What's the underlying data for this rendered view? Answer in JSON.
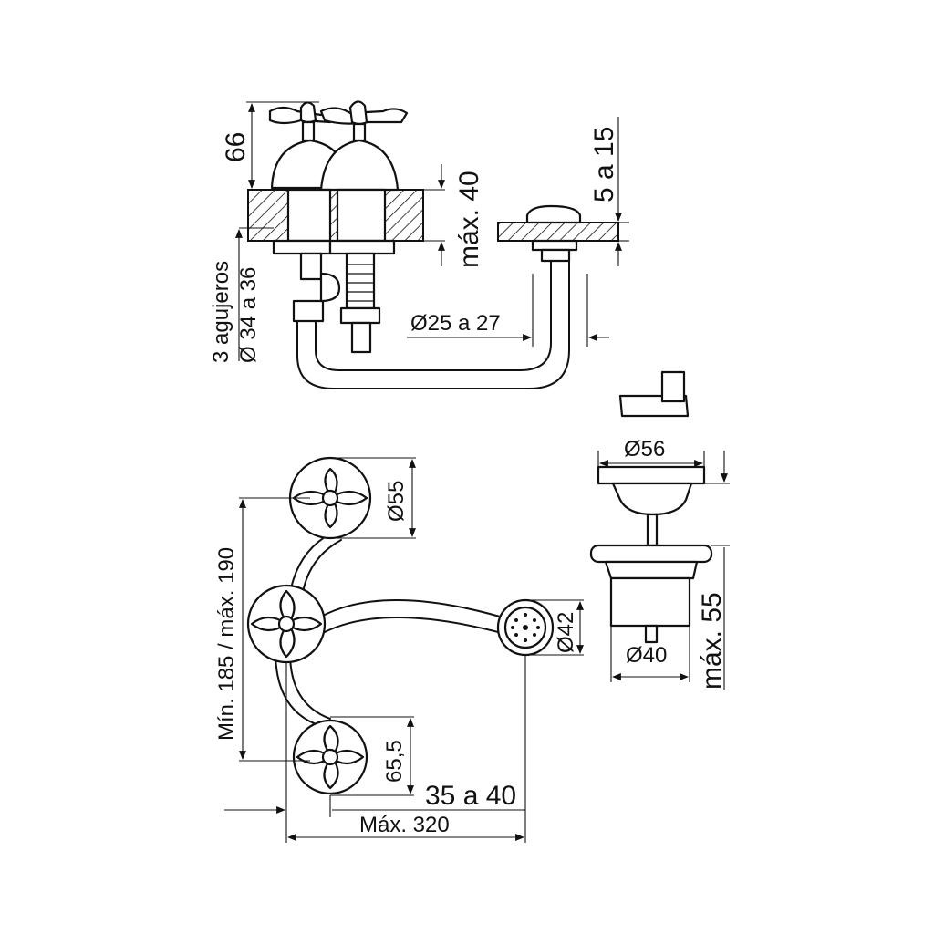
{
  "dimensions": {
    "side_view": {
      "handle_height": "66",
      "deck_thickness": "máx. 40",
      "drain_flange": "5 a 15",
      "holes_line1": "3 agujeros",
      "holes_line2": "Ø 34 a 36",
      "drain_hole": "Ø25 a 27"
    },
    "plan_view": {
      "handle_diameter": "Ø55",
      "spacing": "Mín. 185 / máx. 190",
      "spout_diameter": "Ø42",
      "handle_offset": "65,5",
      "spout_range": "35 a 40",
      "overall_length": "Máx. 320"
    },
    "drain_detail": {
      "top_diameter": "Ø56",
      "body_diameter": "Ø40",
      "height": "máx. 55"
    }
  }
}
